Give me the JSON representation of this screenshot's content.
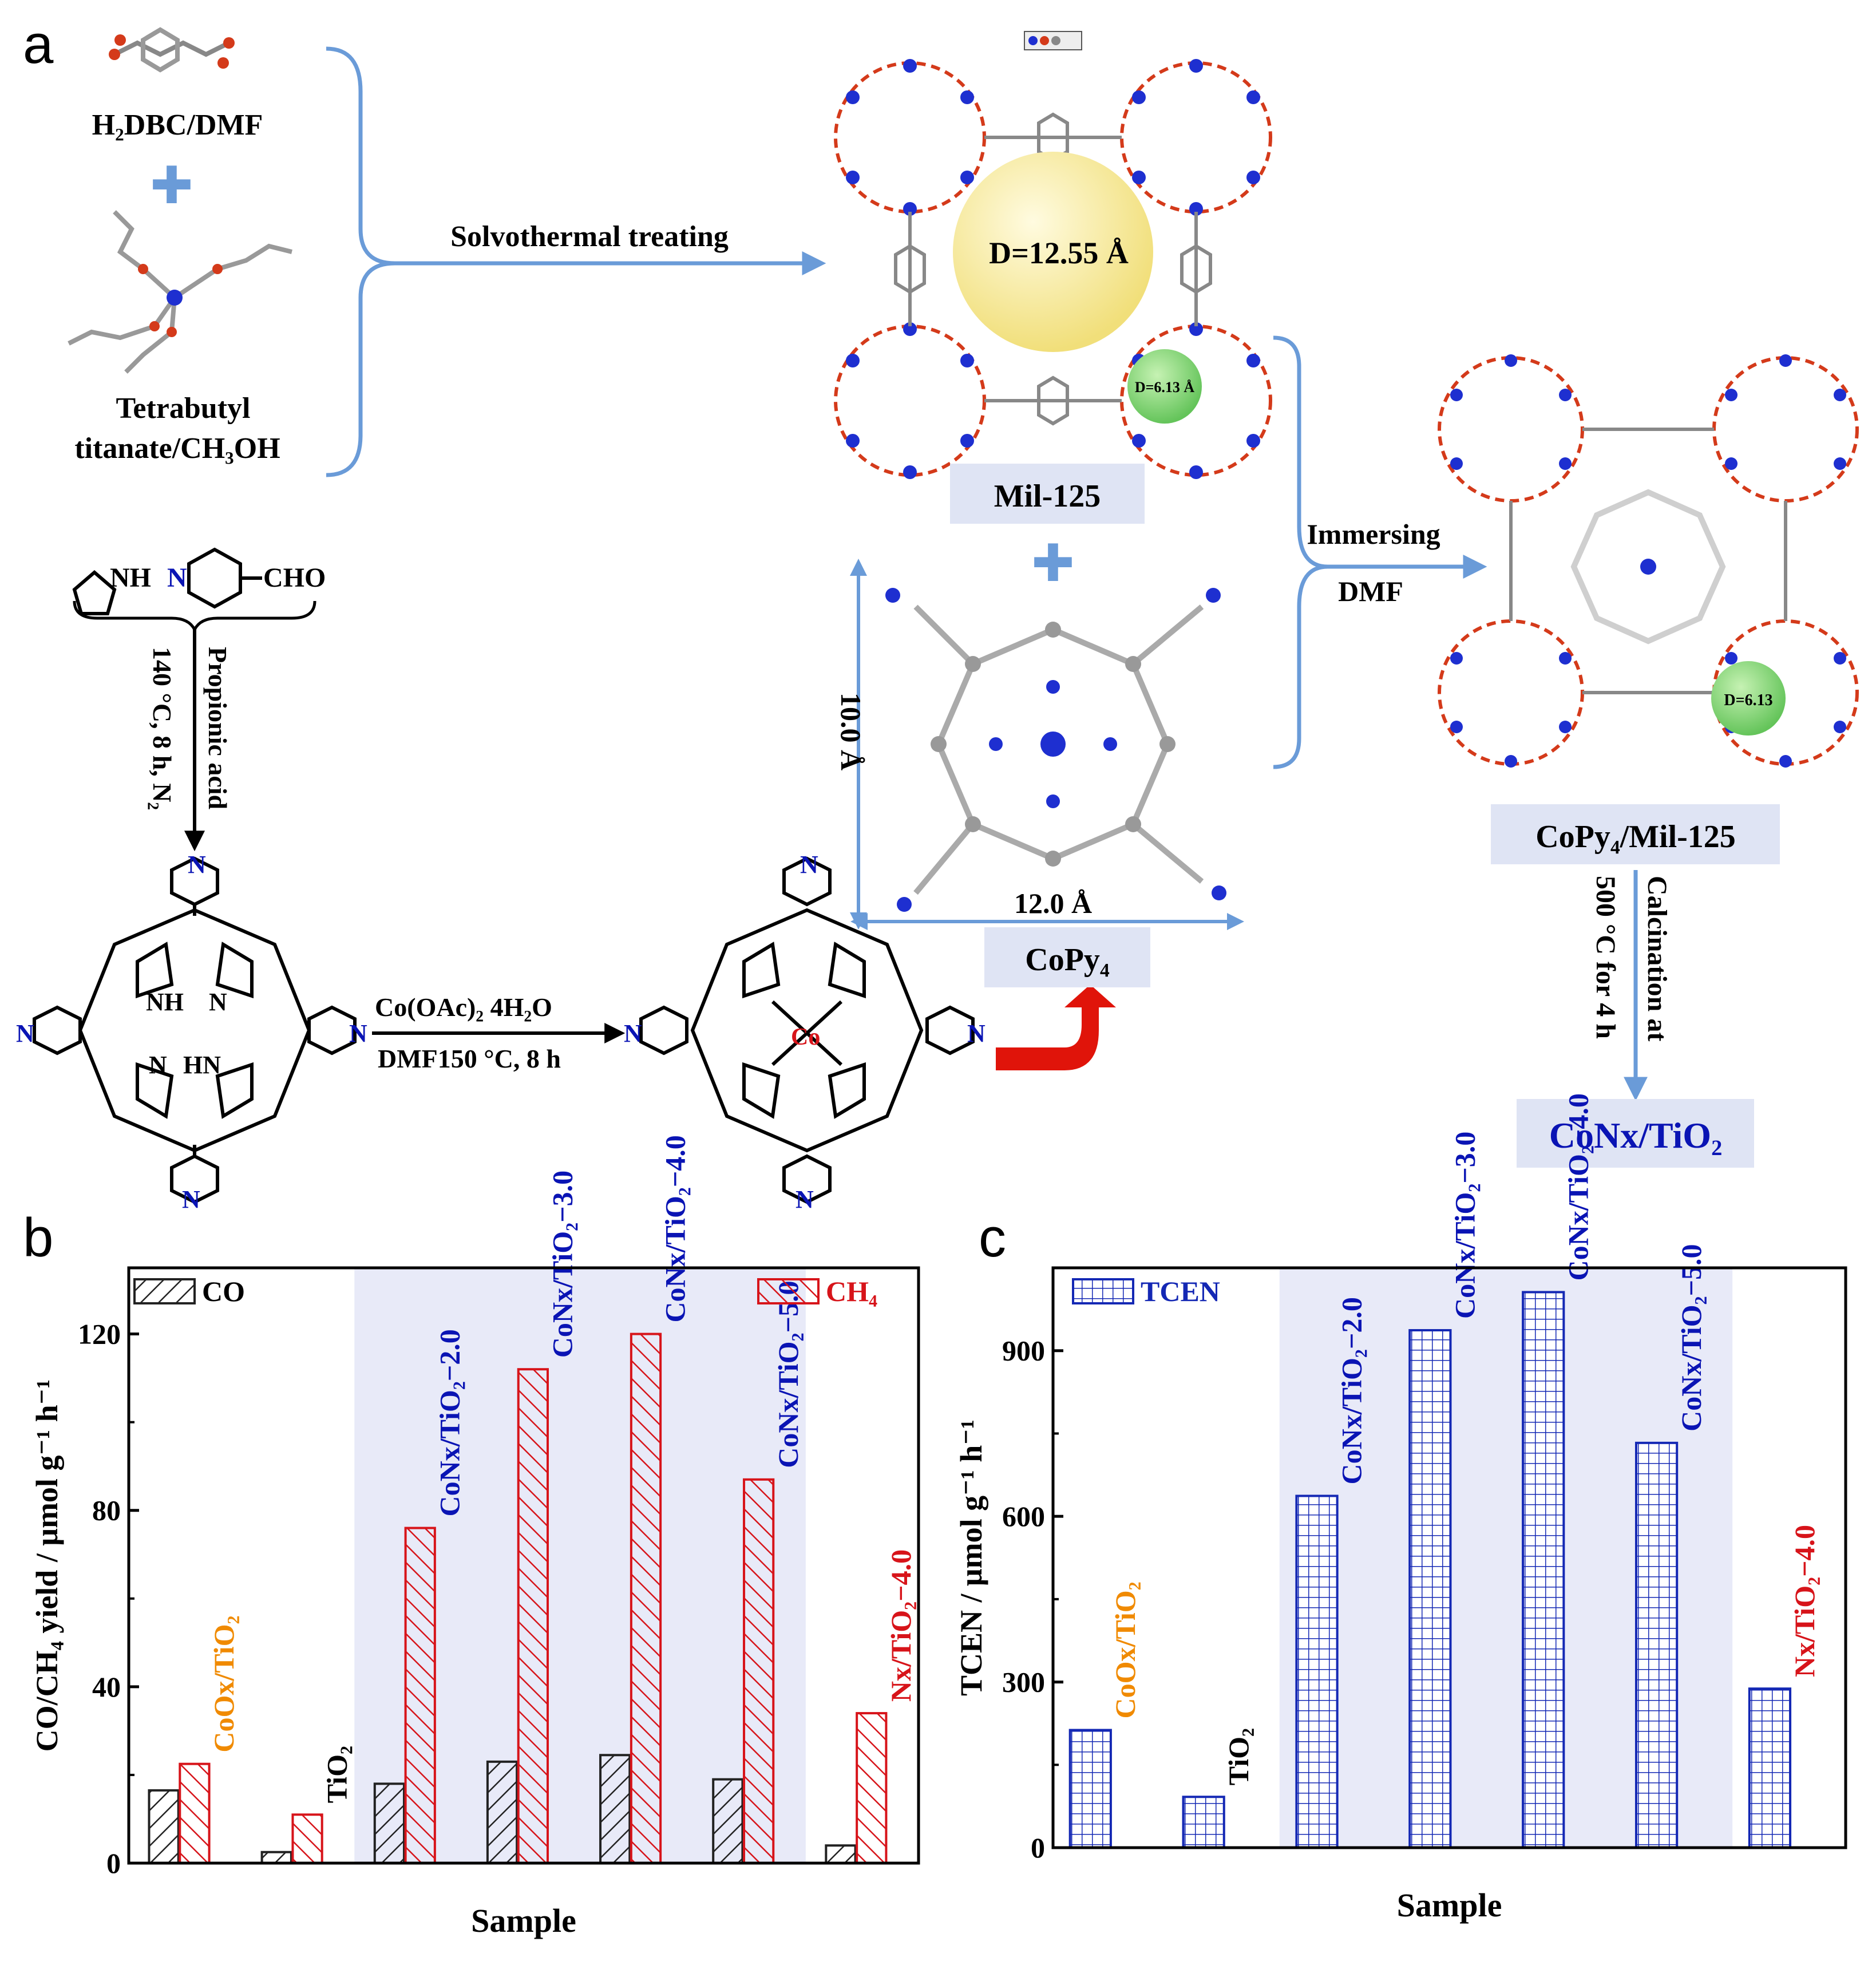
{
  "panel_a": {
    "letter": "a",
    "reagent_linker": "H₂DBC/DMF",
    "plus": "✚",
    "reagent_ti_line1": "Tetrabutyl",
    "reagent_ti_line2": "titanate/CH₃OH",
    "arrow_solvothermal": "Solvothermal treating",
    "mil_cavity_large": "D=12.55 Å",
    "mil_cavity_small": "D=6.13 Å",
    "mil_label": "Mil-125",
    "pyrrole_label": "NH",
    "aldehyde_label": "CHO",
    "aldehyde_n": "N",
    "cond1_line1": "Propionic acid",
    "cond1_line2": "140 °C, 8 h, N₂",
    "cond2_line1": "Co(OAc)₂ 4H₂O",
    "cond2_line2": "DMF150 °C, 8 h",
    "por_atoms": {
      "nh": "NH",
      "n": "N",
      "hn": "HN",
      "co": "Co"
    },
    "copy_dim_v": "10.0 Å",
    "copy_dim_h": "12.0 Å",
    "copy_label": "CoPy₄",
    "immersing_line1": "Immersing",
    "immersing_line2": "DMF",
    "composite_small_cavity": "D=6.13",
    "composite_label": "CoPy₄/Mil-125",
    "calc_line1": "Calcination at",
    "calc_line2": "500 °C for 4 h",
    "final_label": "CoNx/TiO₂"
  },
  "chart_data": [
    {
      "panel": "b",
      "type": "bar",
      "categories": [
        "CoOx/TiO₂",
        "TiO₂",
        "CoNx/TiO₂−2.0",
        "CoNx/TiO₂−3.0",
        "CoNx/TiO₂−4.0",
        "CoNx/TiO₂−5.0",
        "Nx/TiO₂−4.0"
      ],
      "category_colors": [
        "#f08a00",
        "#000000",
        "#0a14b4",
        "#0a14b4",
        "#0a14b4",
        "#0a14b4",
        "#d7141a"
      ],
      "series": [
        {
          "name": "CO",
          "values": [
            16.5,
            2.5,
            18,
            23,
            24.5,
            19,
            4
          ],
          "color": "#222222",
          "pattern": "hatch-forward"
        },
        {
          "name": "CH₄",
          "values": [
            22.5,
            11,
            76,
            112,
            120,
            87,
            34
          ],
          "color": "#d7141a",
          "pattern": "hatch-back"
        }
      ],
      "xlabel": "Sample",
      "ylabel": "CO/CH₄ yield / μmol g⁻¹ h⁻¹",
      "ylim": [
        0,
        135
      ],
      "yticks": [
        0,
        40,
        80,
        120
      ],
      "highlight_categories": [
        2,
        5
      ],
      "highlight_color": "#e8eaf8",
      "legend": "top-left and top-right"
    },
    {
      "panel": "c",
      "type": "bar",
      "categories": [
        "CoOx/TiO₂",
        "TiO₂",
        "CoNx/TiO₂−2.0",
        "CoNx/TiO₂−3.0",
        "CoNx/TiO₂−4.0",
        "CoNx/TiO₂−5.0",
        "Nx/TiO₂−4.0"
      ],
      "category_colors": [
        "#f08a00",
        "#000000",
        "#0a14b4",
        "#0a14b4",
        "#0a14b4",
        "#0a14b4",
        "#d7141a"
      ],
      "series": [
        {
          "name": "TCEN",
          "values": [
            213,
            92,
            637,
            937,
            1006,
            733,
            288
          ],
          "color": "#1428b4",
          "pattern": "grid"
        }
      ],
      "xlabel": "Sample",
      "ylabel": "TCEN / μmol g⁻¹ h⁻¹",
      "ylim": [
        0,
        1050
      ],
      "yticks": [
        0,
        300,
        600,
        900
      ],
      "highlight_categories": [
        2,
        5
      ],
      "highlight_color": "#e8eaf8",
      "legend": "top-left"
    }
  ]
}
